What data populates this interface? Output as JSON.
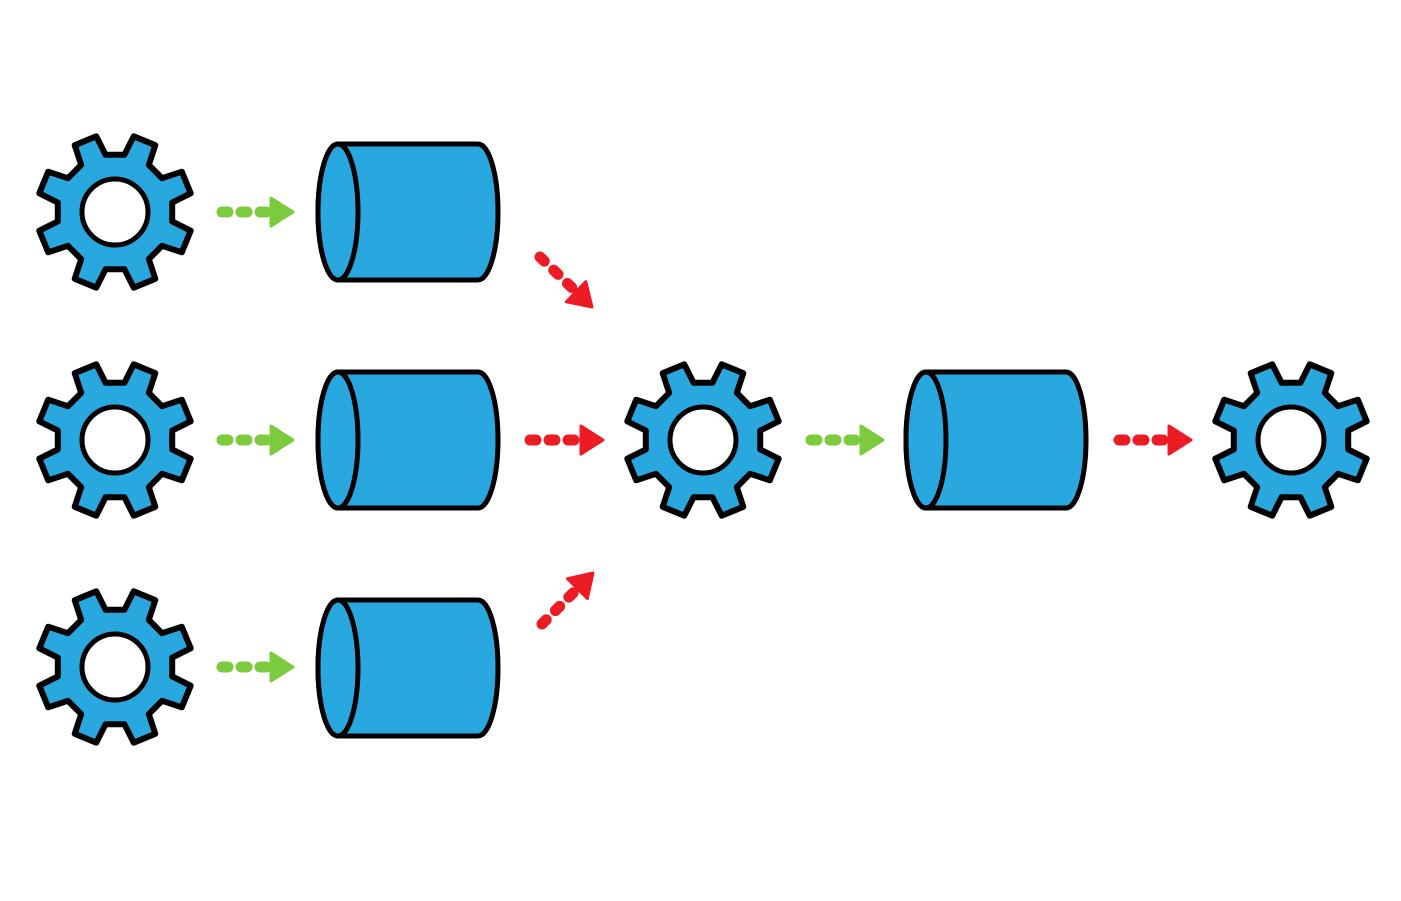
{
  "colors": {
    "background": "#ffffff",
    "shape_fill": "#29a8e0",
    "outline": "#000000",
    "hole_fill": "#ffffff",
    "produce_arrow": "#7ccb3f",
    "consume_arrow": "#ed1c24"
  },
  "nodes": [
    {
      "id": "producer-1",
      "kind": "gear",
      "icon": "gear-icon"
    },
    {
      "id": "producer-2",
      "kind": "gear",
      "icon": "gear-icon"
    },
    {
      "id": "producer-3",
      "kind": "gear",
      "icon": "gear-icon"
    },
    {
      "id": "queue-1",
      "kind": "cylinder",
      "icon": "cylinder-icon"
    },
    {
      "id": "queue-2",
      "kind": "cylinder",
      "icon": "cylinder-icon"
    },
    {
      "id": "queue-3",
      "kind": "cylinder",
      "icon": "cylinder-icon"
    },
    {
      "id": "processor",
      "kind": "gear",
      "icon": "gear-icon"
    },
    {
      "id": "queue-out",
      "kind": "cylinder",
      "icon": "cylinder-icon"
    },
    {
      "id": "consumer",
      "kind": "gear",
      "icon": "gear-icon"
    }
  ],
  "edges": [
    {
      "from": "producer-1",
      "to": "queue-1",
      "color": "produce_arrow",
      "style": "dotted-arrow"
    },
    {
      "from": "producer-2",
      "to": "queue-2",
      "color": "produce_arrow",
      "style": "dotted-arrow"
    },
    {
      "from": "producer-3",
      "to": "queue-3",
      "color": "produce_arrow",
      "style": "dotted-arrow"
    },
    {
      "from": "queue-1",
      "to": "processor",
      "color": "consume_arrow",
      "style": "dotted-arrow"
    },
    {
      "from": "queue-2",
      "to": "processor",
      "color": "consume_arrow",
      "style": "dotted-arrow"
    },
    {
      "from": "queue-3",
      "to": "processor",
      "color": "consume_arrow",
      "style": "dotted-arrow"
    },
    {
      "from": "processor",
      "to": "queue-out",
      "color": "produce_arrow",
      "style": "dotted-arrow"
    },
    {
      "from": "queue-out",
      "to": "consumer",
      "color": "consume_arrow",
      "style": "dotted-arrow"
    }
  ]
}
